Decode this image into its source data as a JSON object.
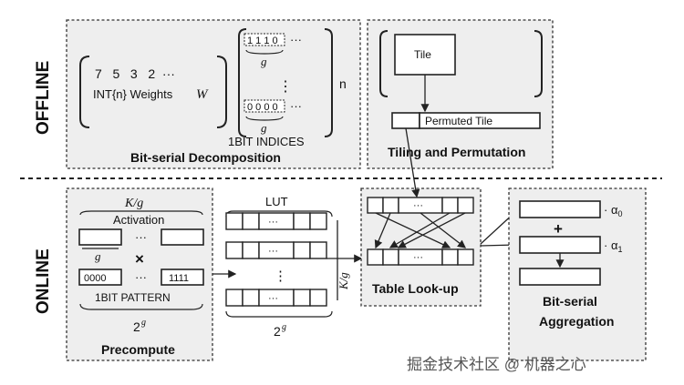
{
  "sections": {
    "offline": "OFFLINE",
    "online": "ONLINE"
  },
  "bit_serial_decomposition": {
    "title": "Bit-serial Decomposition",
    "weights_values": "7   5   3   2  ···",
    "weights_label": "INT{n} Weights",
    "weights_symbol": "W",
    "bits_top": "1 1 1 0",
    "bits_bottom": "0 0 0 0",
    "group_symbol": "g",
    "indices_label": "1BIT INDICES",
    "count_symbol": "n",
    "ellipsis": "···",
    "vertical_ellipsis": "⋮"
  },
  "tiling": {
    "title": "Tiling and Permutation",
    "tile_label": "Tile",
    "permuted_label": "Permuted Tile"
  },
  "precompute": {
    "title": "Precompute",
    "k_over_g": "K/g",
    "activation_label": "Activation",
    "group_symbol": "g",
    "times_symbol": "×",
    "pattern_first": "0000",
    "pattern_last": "1111",
    "pattern_label": "1BIT PATTERN",
    "two_pow_g": "2",
    "exponent": "g",
    "ellipsis": "···"
  },
  "lut": {
    "label": "LUT",
    "cell_ellipsis": "···",
    "vertical_ellipsis": "⋮",
    "two_pow_g": "2",
    "exponent": "g",
    "k_over_g": "K/g"
  },
  "table_lookup": {
    "title": "Table Look-up",
    "cell_ellipsis": "···"
  },
  "aggregation": {
    "title_line1": "Bit-serial",
    "title_line2": "Aggregation",
    "alpha0": "· α",
    "alpha0_sub": "0",
    "alpha1": "· α",
    "alpha1_sub": "1",
    "plus": "+"
  },
  "watermark": "掘金技术社区 @ 机器之心"
}
